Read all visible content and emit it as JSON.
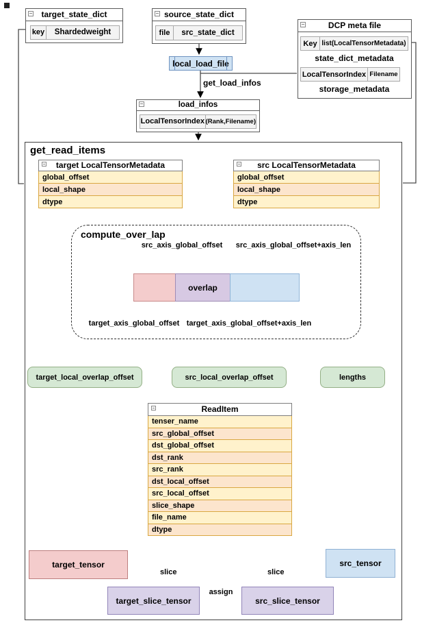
{
  "colors": {
    "row_cream": "#fff2cc",
    "row_peach": "#fce5cd",
    "row_border": "#d9a741",
    "green_fill": "#d5e8d4",
    "green_border": "#93af85",
    "pink_fill": "#f4cccc",
    "pink_border": "#bd7e7e",
    "blue_fill": "#cfe2f3",
    "blue_border": "#8fb0d3",
    "purple_fill": "#d9d2e9",
    "purple_border": "#9184b8"
  },
  "nodes": {
    "target_state_dict": {
      "title": "target_state_dict",
      "key": "key",
      "value": "Shardedweight"
    },
    "source_state_dict": {
      "title": "source_state_dict",
      "key": "file",
      "value": "src_state_dict"
    },
    "local_load_file": {
      "label": "local_load_file"
    },
    "dcp_meta_file": {
      "title": "DCP meta file",
      "row1_key": "Key",
      "row1_value": "list(LocalTensorMetadata)",
      "label1": "state_dict_metadata",
      "row2_key": "LocalTensorIndex",
      "row2_value": "Filename",
      "label2": "storage_metadata"
    },
    "load_infos": {
      "title": "load_infos",
      "key": "LocalTensorIndex",
      "value": "(Rank,Filename)"
    },
    "get_read_items": {
      "label": "get_read_items"
    },
    "target_ltm": {
      "title": "target LocalTensorMetadata",
      "rows": [
        "global_offset",
        "local_shape",
        "dtype"
      ]
    },
    "src_ltm": {
      "title": "src LocalTensorMetadata",
      "rows": [
        "global_offset",
        "local_shape",
        "dtype"
      ]
    },
    "compute_over_lap": {
      "title": "compute_over_lap",
      "label_src_offset": "src_axis_global_offset",
      "label_src_offset_len": "src_axis_global_offset+axis_len",
      "label_overlap": "overlap",
      "label_target_offset": "target_axis_global_offset",
      "label_target_offset_len": "target_axis_global_offset+axis_len"
    },
    "target_local_overlap_offset": {
      "label": "target_local_overlap_offset"
    },
    "src_local_overlap_offset": {
      "label": "src_local_overlap_offset"
    },
    "lengths": {
      "label": "lengths"
    },
    "read_item": {
      "title": "ReadItem",
      "rows": [
        "tenser_name",
        "src_global_offset",
        "dst_global_offset",
        "dst_rank",
        "src_rank",
        "dst_local_offset",
        "src_local_offset",
        "slice_shape",
        "file_name",
        "dtype"
      ]
    },
    "target_tensor": {
      "label": "target_tensor"
    },
    "src_tensor": {
      "label": "src_tensor"
    },
    "target_slice_tensor": {
      "label": "target_slice_tensor"
    },
    "src_slice_tensor": {
      "label": "src_slice_tensor"
    }
  },
  "edge_labels": {
    "get_load_infos": "get_load_infos",
    "slice_left": "slice",
    "slice_right": "slice",
    "assign": "assign"
  }
}
